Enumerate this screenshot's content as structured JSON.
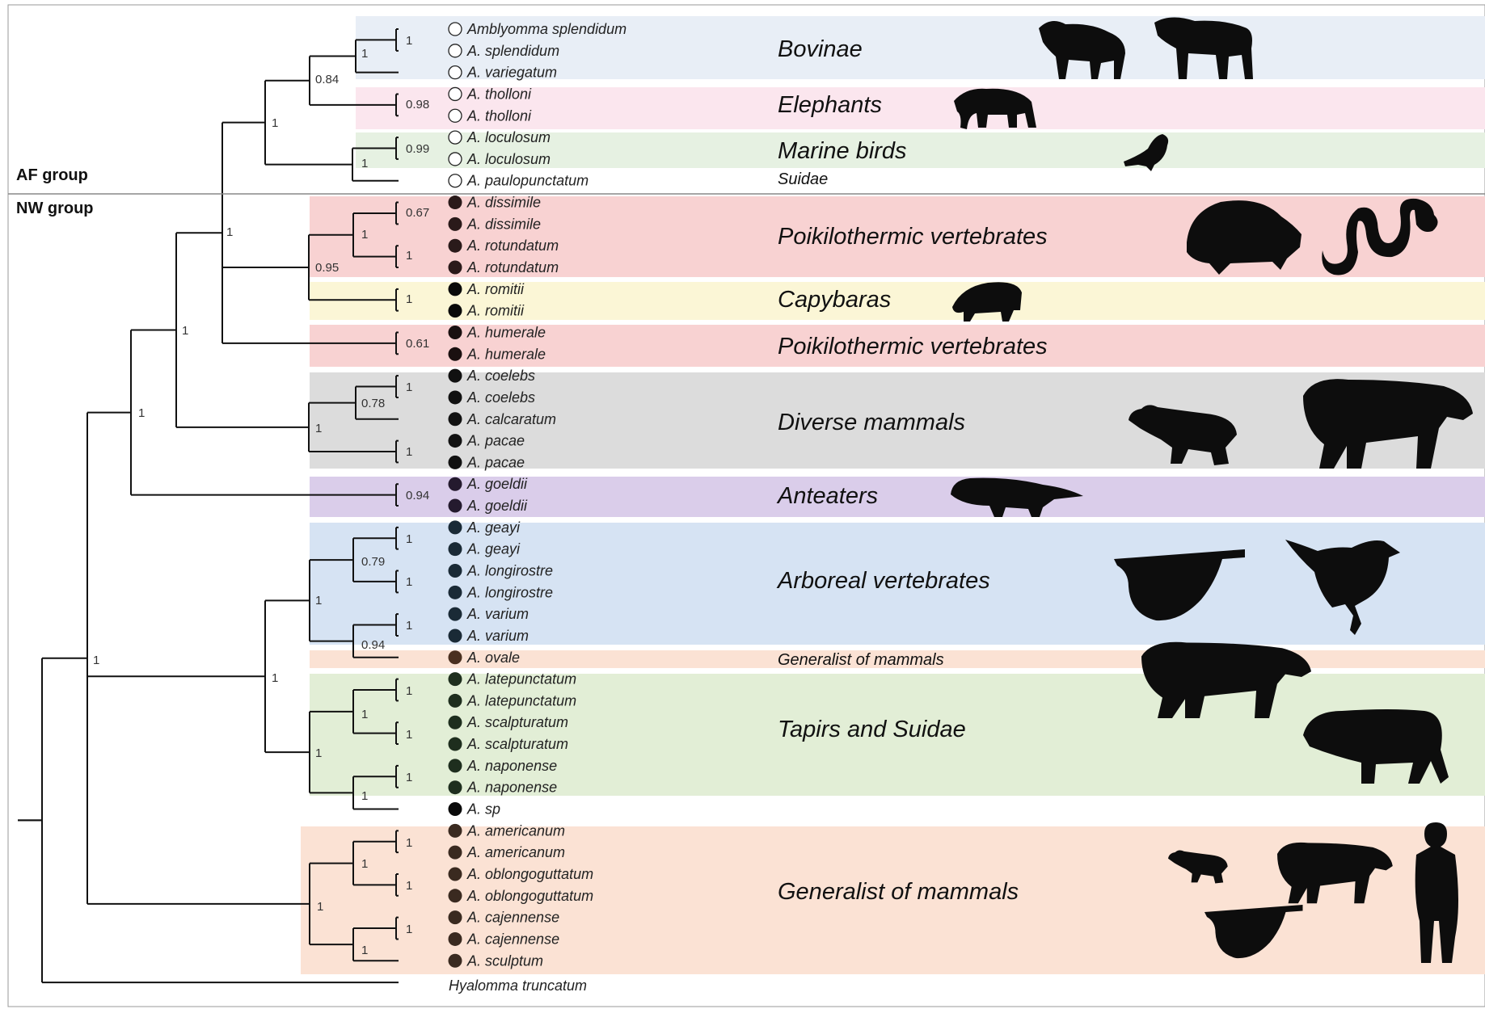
{
  "groups": {
    "af": "AF group",
    "nw": "NW group"
  },
  "taxa": [
    "Amblyomma splendidum",
    "A. splendidum",
    "A. variegatum",
    "A. tholloni",
    "A. tholloni",
    "A. loculosum",
    "A. loculosum",
    "A. paulopunctatum",
    "A. dissimile",
    "A. dissimile",
    "A. rotundatum",
    "A. rotundatum",
    "A. romitii",
    "A. romitii",
    "A. humerale",
    "A. humerale",
    "A. coelebs",
    "A. coelebs",
    "A. calcaratum",
    "A. pacae",
    "A. pacae",
    "A. goeldii",
    "A. goeldii",
    "A. geayi",
    "A. geayi",
    "A. longirostre",
    "A. longirostre",
    "A. varium",
    "A. varium",
    "A. ovale",
    "A. latepunctatum",
    "A. latepunctatum",
    "A. scalpturatum",
    "A. scalpturatum",
    "A. naponense",
    "A. naponense",
    "A. sp",
    "A. americanum",
    "A. americanum",
    "A. oblongoguttatum",
    "A. oblongoguttatum",
    "A. cajennense",
    "A. cajennense",
    "A. sculptum",
    "Hyalomma truncatum"
  ],
  "marker_colors": [
    "open",
    "open",
    "open",
    "open",
    "open",
    "open",
    "open",
    "open",
    "#2a1a1a",
    "#2a1a1a",
    "#2a1a1a",
    "#2a1a1a",
    "#0a0a0a",
    "#0a0a0a",
    "#1a1010",
    "#1a1010",
    "#111111",
    "#111111",
    "#111111",
    "#111111",
    "#111111",
    "#241a2e",
    "#241a2e",
    "#1a2a36",
    "#1a2a36",
    "#1a2a36",
    "#1a2a36",
    "#1a2a36",
    "#1a2a36",
    "#4a3020",
    "#1e2e1e",
    "#1e2e1e",
    "#1e2e1e",
    "#1e2e1e",
    "#1e2e1e",
    "#1e2e1e",
    "#0a0a0a",
    "#3a2a20",
    "#3a2a20",
    "#3a2a20",
    "#3a2a20",
    "#3a2a20",
    "#3a2a20",
    "#3a2a20",
    "none"
  ],
  "supports": [
    "1",
    "1",
    "0.84",
    "1",
    "0.98",
    "0.99",
    "1",
    "1",
    "0.67",
    "1",
    "1",
    "0.95",
    "1",
    "0.61",
    "1",
    "1",
    "0.78",
    "1",
    "1",
    "1",
    "0.94",
    "1",
    "1",
    "0.79",
    "1",
    "1",
    "1",
    "0.94",
    "1",
    "1",
    "1",
    "1",
    "1",
    "1",
    "1"
  ],
  "hosts": [
    {
      "label": "Bovinae",
      "color": "#e8eef6"
    },
    {
      "label": "Elephants",
      "color": "#fbe6ee"
    },
    {
      "label": "Marine birds",
      "color": "#e6f1e2"
    },
    {
      "label": "Suidae",
      "color": "#ffffff"
    },
    {
      "label": "Poikilothermic vertebrates",
      "color": "#f8d2d2"
    },
    {
      "label": "Capybaras",
      "color": "#fbf6d6"
    },
    {
      "label": "Poikilothermic vertebrates",
      "color": "#f8d2d2"
    },
    {
      "label": "Diverse mammals",
      "color": "#dcdcdc"
    },
    {
      "label": "Anteaters",
      "color": "#dacdea"
    },
    {
      "label": "Arboreal vertebrates",
      "color": "#d6e3f3"
    },
    {
      "label": "Generalist of mammals",
      "color": "#fbe2d4"
    },
    {
      "label": "Tapirs and Suidae",
      "color": "#e2eed6"
    },
    {
      "label": "Generalist of mammals",
      "color": "#fbe2d4"
    }
  ],
  "silhouettes": [
    "buffalo-icon",
    "zebu-icon",
    "elephant-icon",
    "seabird-icon",
    "tortoise-icon",
    "snake-icon",
    "capybara-icon",
    "agouti-icon",
    "tapir-icon",
    "anteater-icon",
    "sloth-icon",
    "bird-icon",
    "tapir-icon",
    "peccary-icon",
    "agouti-icon",
    "tapir-icon",
    "sloth-icon",
    "human-icon"
  ]
}
